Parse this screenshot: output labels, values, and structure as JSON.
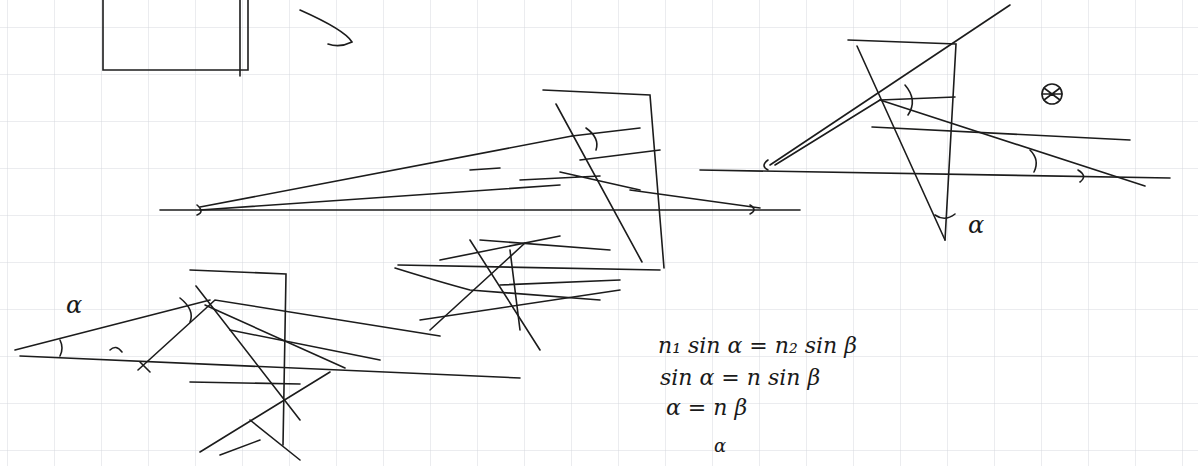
{
  "diagram": {
    "labels": [
      "α",
      "α",
      "n₁ sin α = n₂ sin β",
      "sin α = n sin β",
      "α = n β",
      "α"
    ]
  }
}
